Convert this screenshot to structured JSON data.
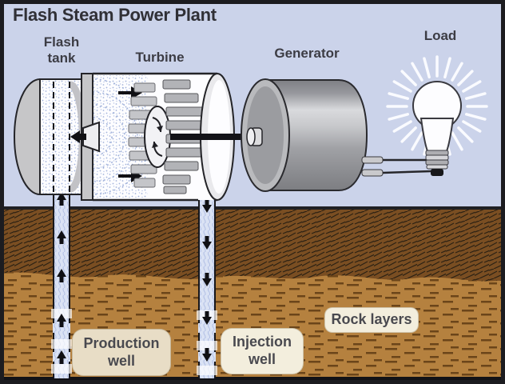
{
  "title": "Flash Steam Power Plant",
  "labels": {
    "flash_tank": "Flash\ntank",
    "turbine": "Turbine",
    "generator": "Generator",
    "load": "Load",
    "production_well": "Production\nwell",
    "injection_well": "Injection\nwell",
    "rock_layers": "Rock layers"
  },
  "colors": {
    "sky": "#cbd3ea",
    "frame": "#1c1c20",
    "outline": "#242428",
    "ground_upper": "#7a4e22",
    "ground_upper_hatch": "#2c2113",
    "ground_lower": "#b5813f",
    "ground_lower_dash": "#6b451a",
    "label_box": "#e8ddc6",
    "label_box_light": "#f3eedd",
    "pipe_fill": "#dae2f4",
    "pipe_wave": "#b0bee4",
    "steam_dot": "#a2b2da",
    "metal_light": "#c6c6c8",
    "metal_mid": "#9a9b9f",
    "text": "#3c3c44",
    "ray": "#fafbff"
  }
}
